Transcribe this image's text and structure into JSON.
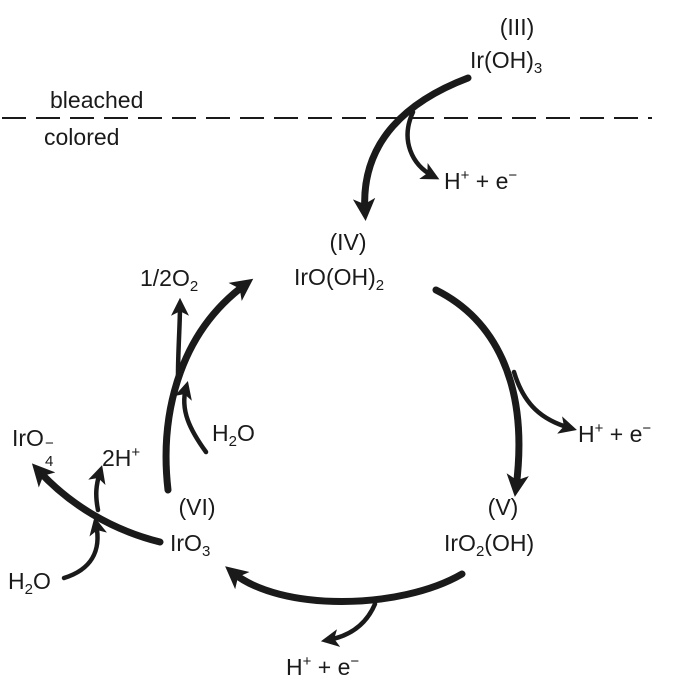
{
  "divider": {
    "above": "bleached",
    "below": "colored"
  },
  "species": {
    "ir3": {
      "state": "(III)",
      "formula": "Ir(OH)",
      "sub": "3"
    },
    "ir4": {
      "state": "(IV)",
      "formula": "IrO(OH)",
      "sub": "2"
    },
    "ir5": {
      "state": "(V)",
      "formula_a": "IrO",
      "sub": "2",
      "formula_b": "(OH)"
    },
    "ir6": {
      "state": "(VI)",
      "formula": "IrO",
      "sub": "3"
    }
  },
  "byproducts": {
    "h_e_3to4": {
      "a": "H",
      "sup1": "+",
      "b": " + e",
      "sup2": "−"
    },
    "h_e_4to5": {
      "a": "H",
      "sup1": "+",
      "b": " + e",
      "sup2": "−"
    },
    "h_e_5to6": {
      "a": "H",
      "sup1": "+",
      "b": " + e",
      "sup2": "−"
    },
    "o2": {
      "a": "1/2O",
      "sub": "2"
    },
    "h2o_upper": {
      "a": "H",
      "sub": "2",
      "b": "O"
    },
    "two_h": {
      "a": "2H",
      "sup": "+"
    },
    "iro4": {
      "a": "IrO",
      "sub": "4",
      "sup": "−"
    },
    "h2o_lower": {
      "a": "H",
      "sub": "2",
      "b": "O"
    }
  },
  "colors": {
    "ink": "#1a1a1a",
    "background": "#ffffff"
  }
}
